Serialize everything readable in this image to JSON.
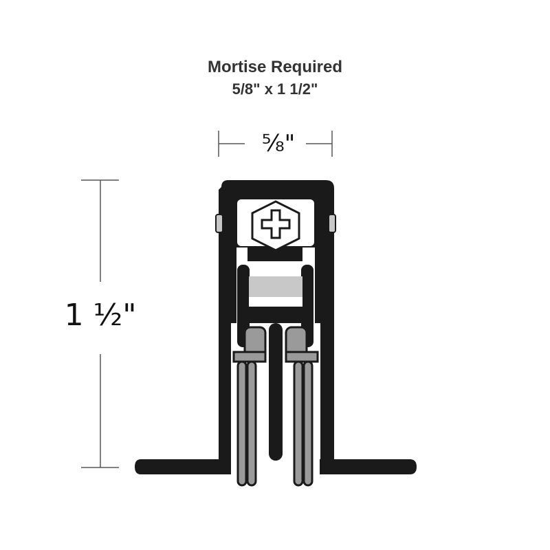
{
  "caption": {
    "title": "Mortise Required",
    "subtitle": "5/8\" x 1 1/2\""
  },
  "dimensions": {
    "width_label": "⅝\"",
    "height_label": "1 ½\""
  },
  "colors": {
    "profile": "#1a1a1a",
    "insert": "#c8c8c8",
    "bristle": "#9a9a9a",
    "dimension_line": "#555555"
  }
}
